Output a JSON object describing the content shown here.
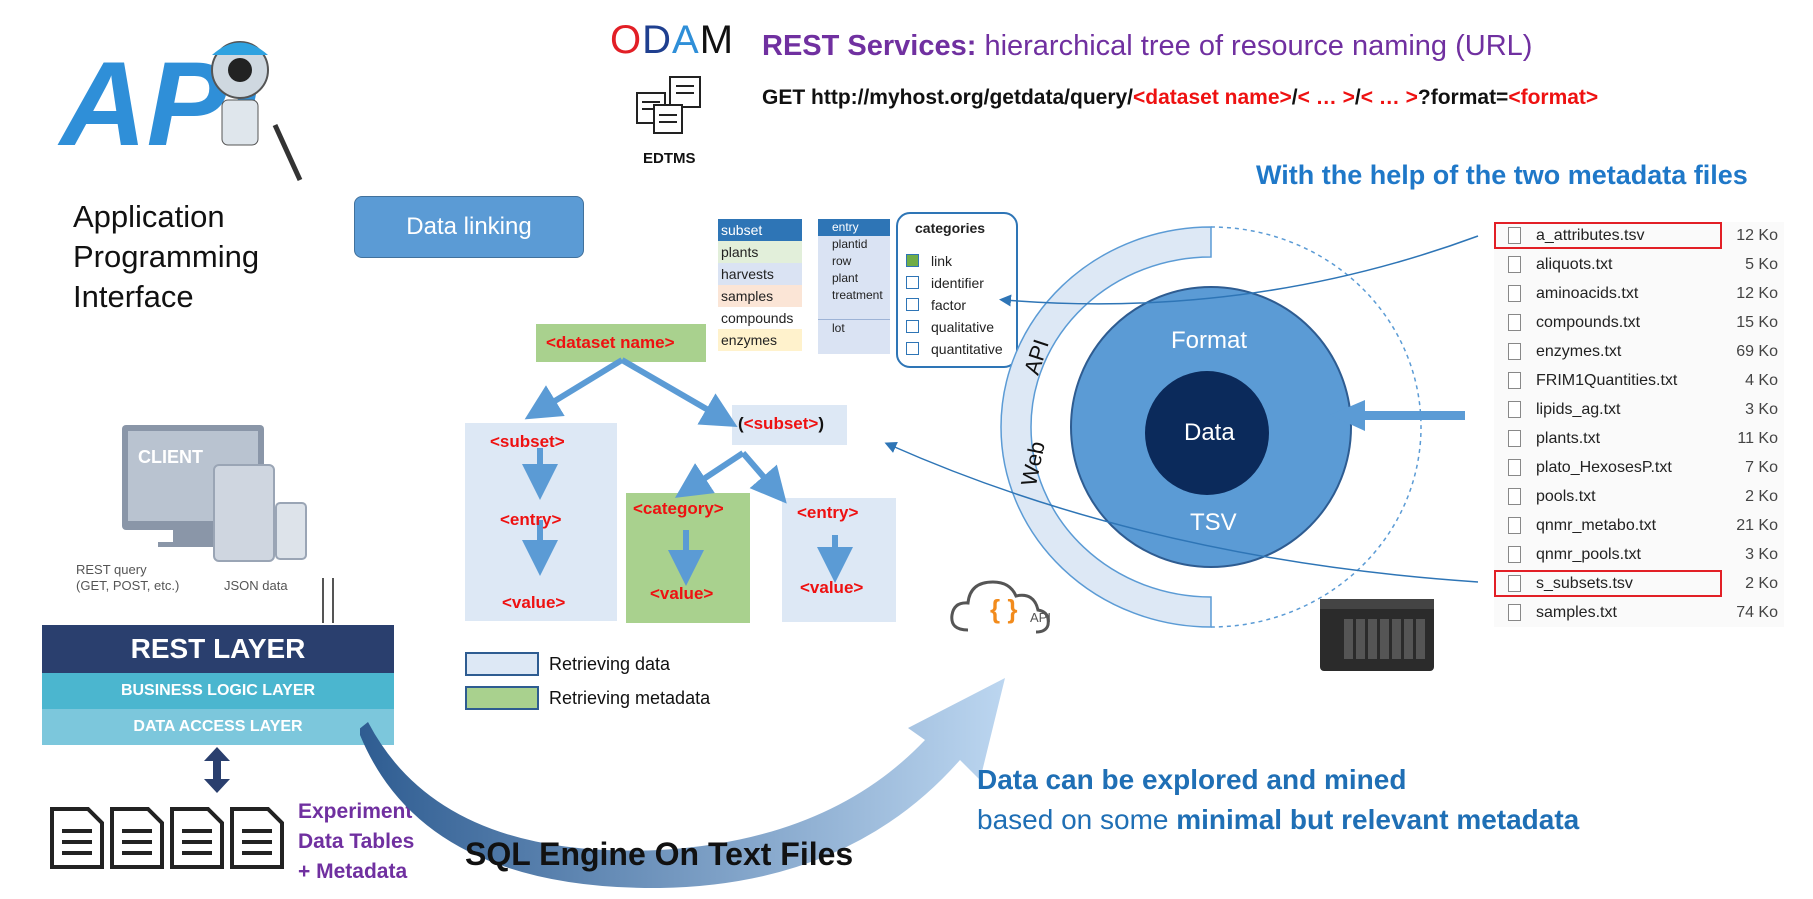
{
  "api_label": {
    "line1": "Application",
    "line2": "Programming",
    "line3": "Interface"
  },
  "logo": {
    "o1": "O",
    "d": "D",
    "a": "A",
    "m": "M",
    "edtms": "EDTMS"
  },
  "rest_services": {
    "bold": "REST Services:",
    "rest": " hierarchical tree of resource naming (URL)"
  },
  "url": {
    "prefix": "GET http://myhost.org/getdata/query/",
    "dataset": "<dataset name>",
    "slash1": "/",
    "p1": "< … >",
    "slash2": "/",
    "p2": "< … >",
    "query": "?format=",
    "format": "<format>"
  },
  "metadata_heading": "With the help of the two metadata files",
  "data_linking": "Data linking",
  "subset_list": [
    "subset",
    "plants",
    "harvests",
    "samples",
    "compounds",
    "enzymes"
  ],
  "entry_list": [
    "entry",
    "plantid",
    "row",
    "plant",
    "treatment",
    "lot"
  ],
  "categories": {
    "title": "categories",
    "items": [
      "link",
      "identifier",
      "factor",
      "qualitative",
      "quantitative"
    ]
  },
  "tree": {
    "dataset": "<dataset name>",
    "subset_left": "<subset>",
    "subset_right_open": "(",
    "subset_right": "<subset>",
    "subset_right_close": ")",
    "entry1": "<entry>",
    "value1": "<value>",
    "category": "<category>",
    "value2": "<value>",
    "entry2": "<entry>",
    "value3": "<value>"
  },
  "legend": {
    "retrieving_data": "Retrieving data",
    "retrieving_metadata": "Retrieving metadata"
  },
  "circle": {
    "format": "Format",
    "data": "Data",
    "tsv": "TSV",
    "api": "API",
    "web": "Web"
  },
  "cloud_api": "API",
  "files": [
    {
      "name": "a_attributes.tsv",
      "size": "12 Ko",
      "highlight": true
    },
    {
      "name": "aliquots.txt",
      "size": "5 Ko"
    },
    {
      "name": "aminoacids.txt",
      "size": "12 Ko"
    },
    {
      "name": "compounds.txt",
      "size": "15 Ko"
    },
    {
      "name": "enzymes.txt",
      "size": "69 Ko"
    },
    {
      "name": "FRIM1Quantities.txt",
      "size": "4 Ko"
    },
    {
      "name": "lipids_ag.txt",
      "size": "3 Ko"
    },
    {
      "name": "plants.txt",
      "size": "11 Ko"
    },
    {
      "name": "plato_HexosesP.txt",
      "size": "7 Ko"
    },
    {
      "name": "pools.txt",
      "size": "2 Ko"
    },
    {
      "name": "qnmr_metabo.txt",
      "size": "21 Ko"
    },
    {
      "name": "qnmr_pools.txt",
      "size": "3 Ko"
    },
    {
      "name": "s_subsets.tsv",
      "size": "2 Ko",
      "highlight": true
    },
    {
      "name": "samples.txt",
      "size": "74 Ko"
    }
  ],
  "architecture": {
    "client": "CLIENT",
    "rest_query_1": "REST query",
    "rest_query_2": "(GET, POST, etc.)",
    "json": "JSON data",
    "rest_layer": "REST LAYER",
    "business": "BUSINESS LOGIC LAYER",
    "data_access": "DATA ACCESS LAYER"
  },
  "experiment": {
    "line1": "Experiment",
    "line2": "Data Tables",
    "line3": "+ Metadata"
  },
  "sql_engine": "SQL Engine On Text Files",
  "explored": {
    "line1": "Data can be explored and mined",
    "line2a": "based on some ",
    "line2b": "minimal but relevant metadata"
  },
  "colors": {
    "blue_box": "#5b9bd5",
    "light_box": "#dde8f5",
    "green_box": "#a9d18e",
    "navy": "#0b2a5b",
    "circle_blue": "#5b9bd5",
    "rest_dark": "#2a3f6e",
    "business": "#4bb6cf",
    "data_access": "#7cc7dc"
  }
}
